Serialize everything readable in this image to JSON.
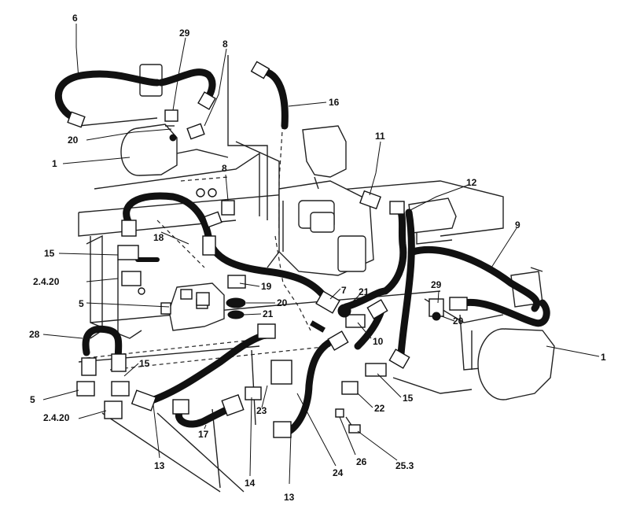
{
  "callouts": [
    {
      "id": "c-6",
      "text": "6"
    },
    {
      "id": "c-29-top",
      "text": "29"
    },
    {
      "id": "c-8-top",
      "text": "8"
    },
    {
      "id": "c-16",
      "text": "16"
    },
    {
      "id": "c-20-top",
      "text": "20"
    },
    {
      "id": "c-1-left",
      "text": "1"
    },
    {
      "id": "c-11",
      "text": "11"
    },
    {
      "id": "c-8-mid",
      "text": "8"
    },
    {
      "id": "c-12",
      "text": "12"
    },
    {
      "id": "c-9",
      "text": "9"
    },
    {
      "id": "c-18",
      "text": "18"
    },
    {
      "id": "c-15-left",
      "text": "15"
    },
    {
      "id": "c-2420-upper",
      "text": "2.4.20"
    },
    {
      "id": "c-29-right",
      "text": "29"
    },
    {
      "id": "c-19",
      "text": "19"
    },
    {
      "id": "c-7",
      "text": "7"
    },
    {
      "id": "c-21-right",
      "text": "21"
    },
    {
      "id": "c-20-right",
      "text": "20"
    },
    {
      "id": "c-5-upper",
      "text": "5"
    },
    {
      "id": "c-20-mid",
      "text": "20"
    },
    {
      "id": "c-21-mid",
      "text": "21"
    },
    {
      "id": "c-10",
      "text": "10"
    },
    {
      "id": "c-1-right",
      "text": "1"
    },
    {
      "id": "c-28",
      "text": "28"
    },
    {
      "id": "c-15-mid",
      "text": "15"
    },
    {
      "id": "c-15-right",
      "text": "15"
    },
    {
      "id": "c-5-lower",
      "text": "5"
    },
    {
      "id": "c-22",
      "text": "22"
    },
    {
      "id": "c-2420-lower",
      "text": "2.4.20"
    },
    {
      "id": "c-23",
      "text": "23"
    },
    {
      "id": "c-26",
      "text": "26"
    },
    {
      "id": "c-253",
      "text": "25.3"
    },
    {
      "id": "c-17",
      "text": "17"
    },
    {
      "id": "c-24",
      "text": "24"
    },
    {
      "id": "c-13-left",
      "text": "13"
    },
    {
      "id": "c-14",
      "text": "14"
    },
    {
      "id": "c-13-right",
      "text": "13"
    }
  ]
}
